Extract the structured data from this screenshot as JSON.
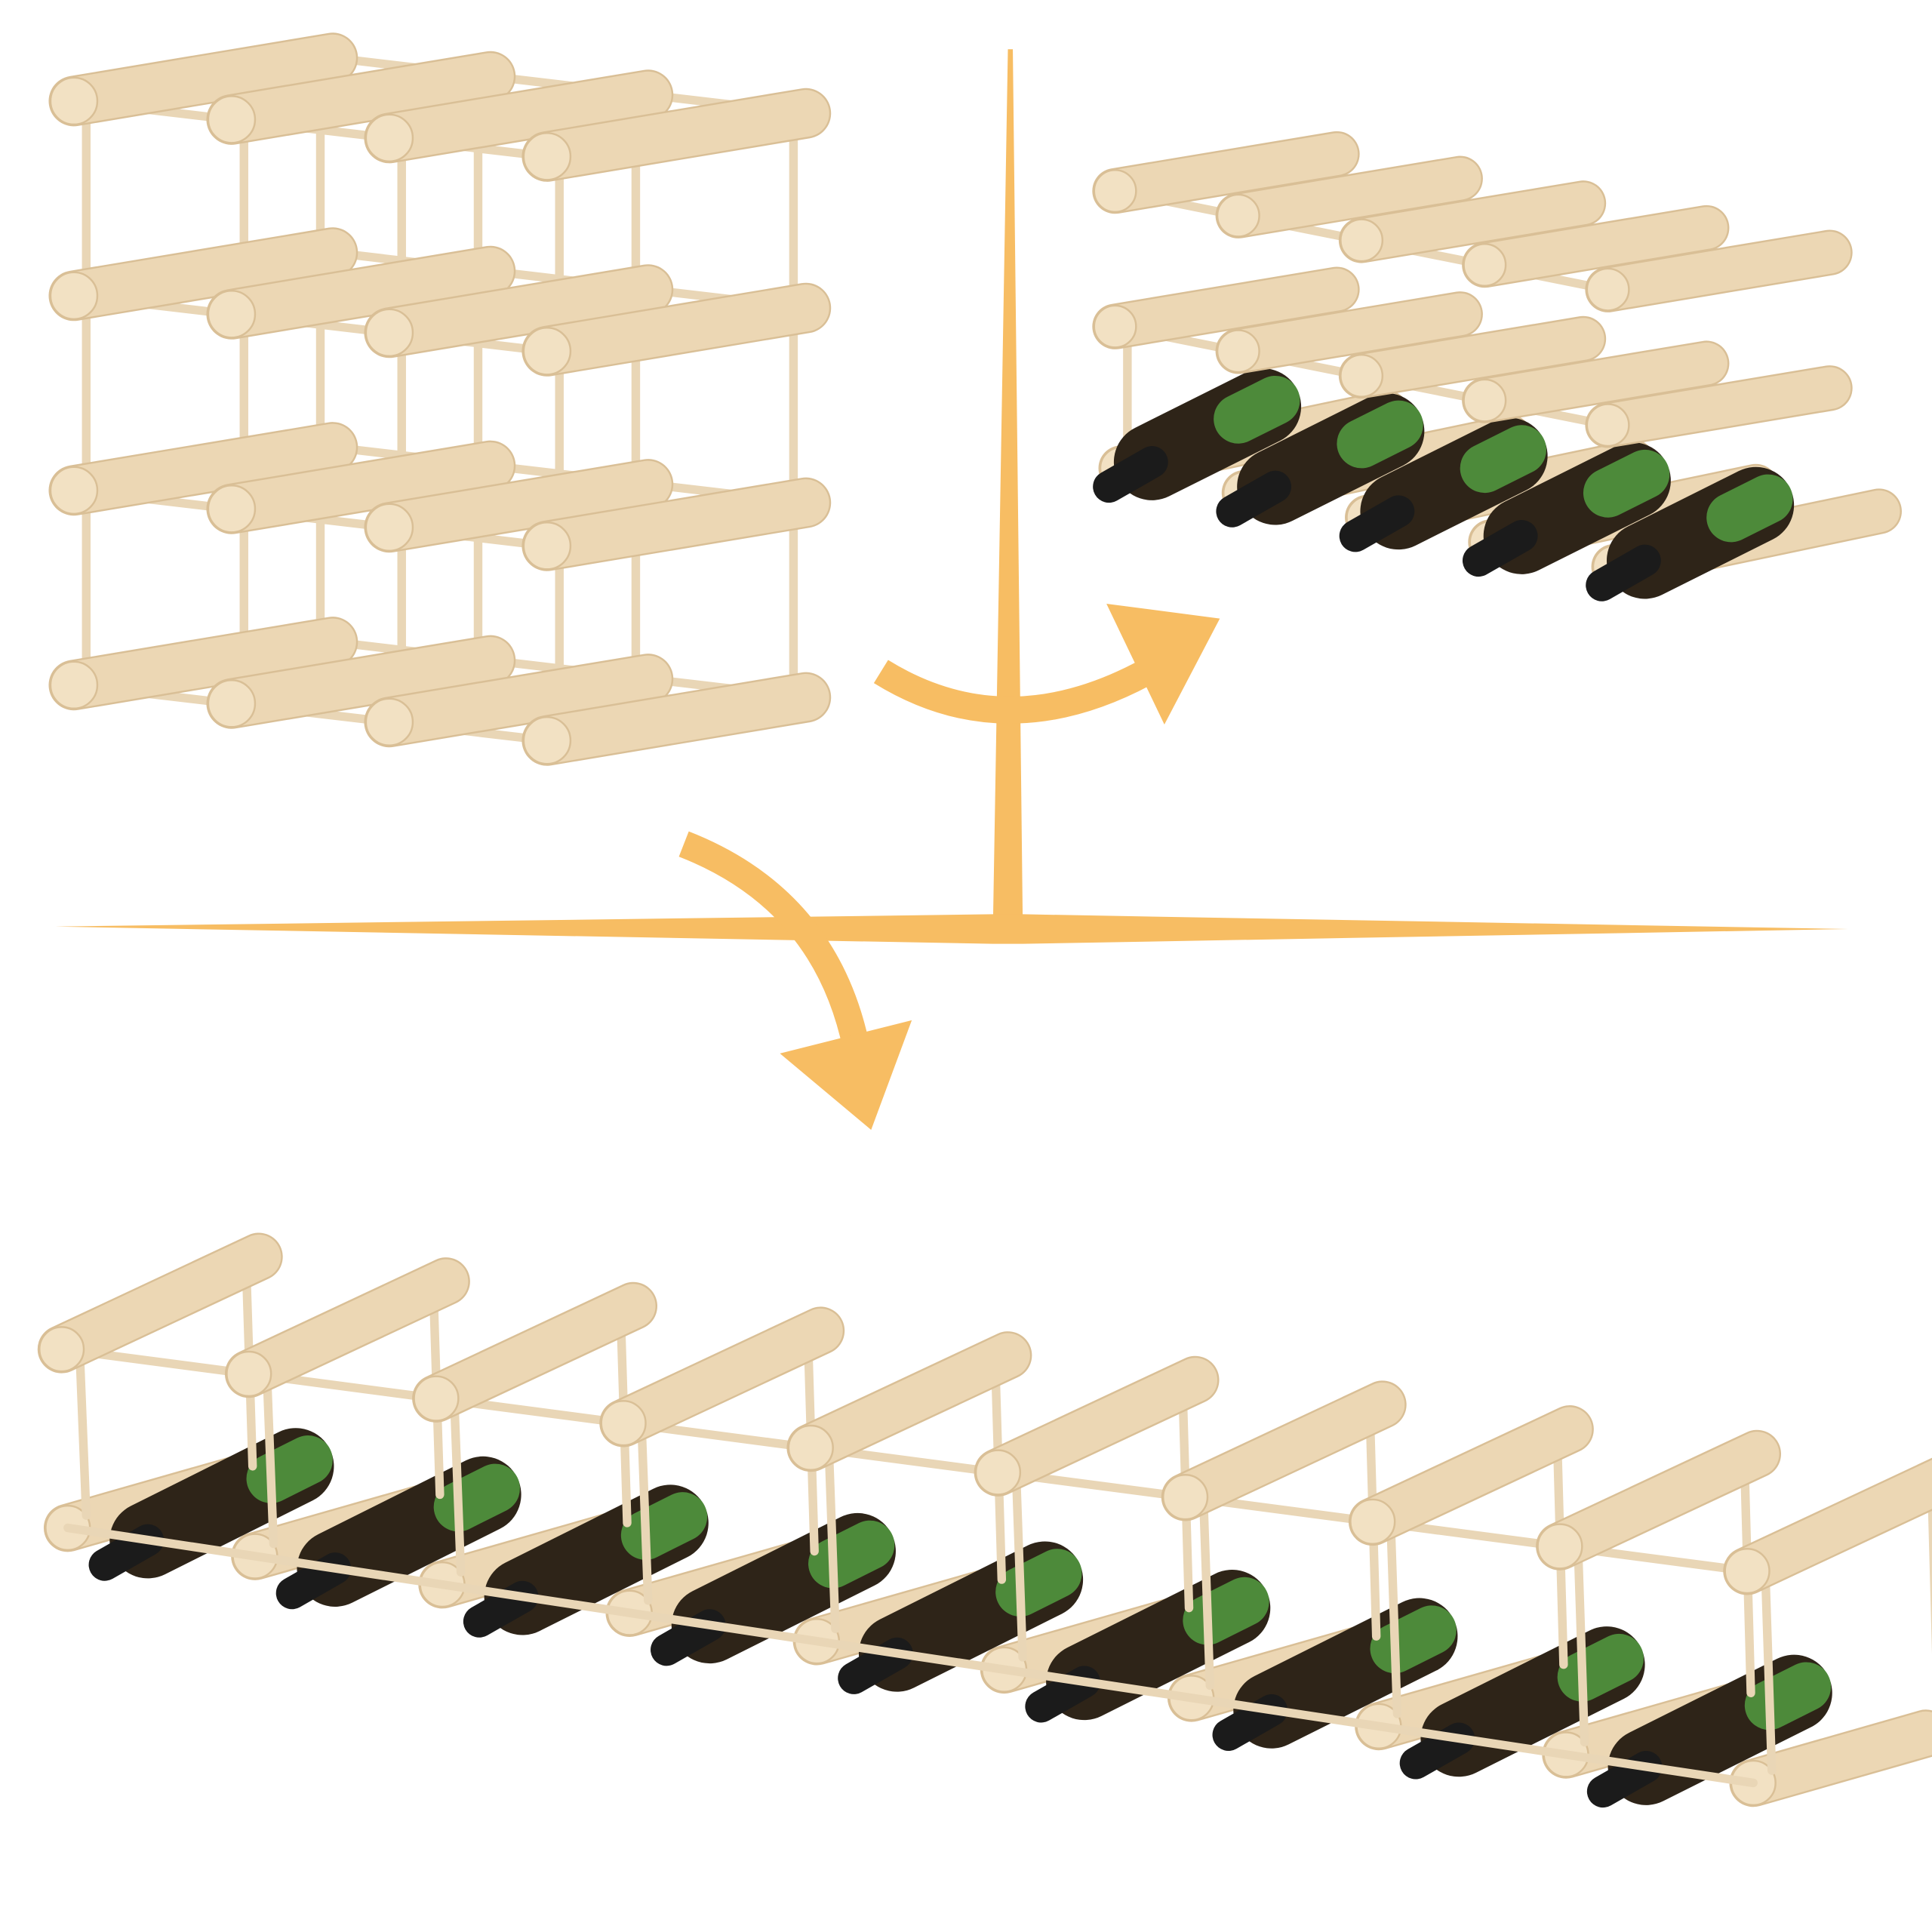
{
  "colors": {
    "background": "#ffffff",
    "wood": "#ecd7b4",
    "wood_shade": "#d9bf96",
    "wood_end": "#f2e1c3",
    "dowel": "#e9d6b6",
    "accent_orange": "#f7bd63",
    "bottle": "#2e2418",
    "bottle_glass_green": "#4d8a3a",
    "cap": "#1b1b1b"
  },
  "scenes": [
    {
      "name": "empty-rack-3x4",
      "rows": 4,
      "columns": 4,
      "bottles": 0
    },
    {
      "name": "rack-two-level-with-bottles",
      "rows": 2,
      "columns": 5,
      "bottles": 5
    },
    {
      "name": "long-rack-with-bottles",
      "rows": 2,
      "columns": 10,
      "bottles": 9
    }
  ]
}
